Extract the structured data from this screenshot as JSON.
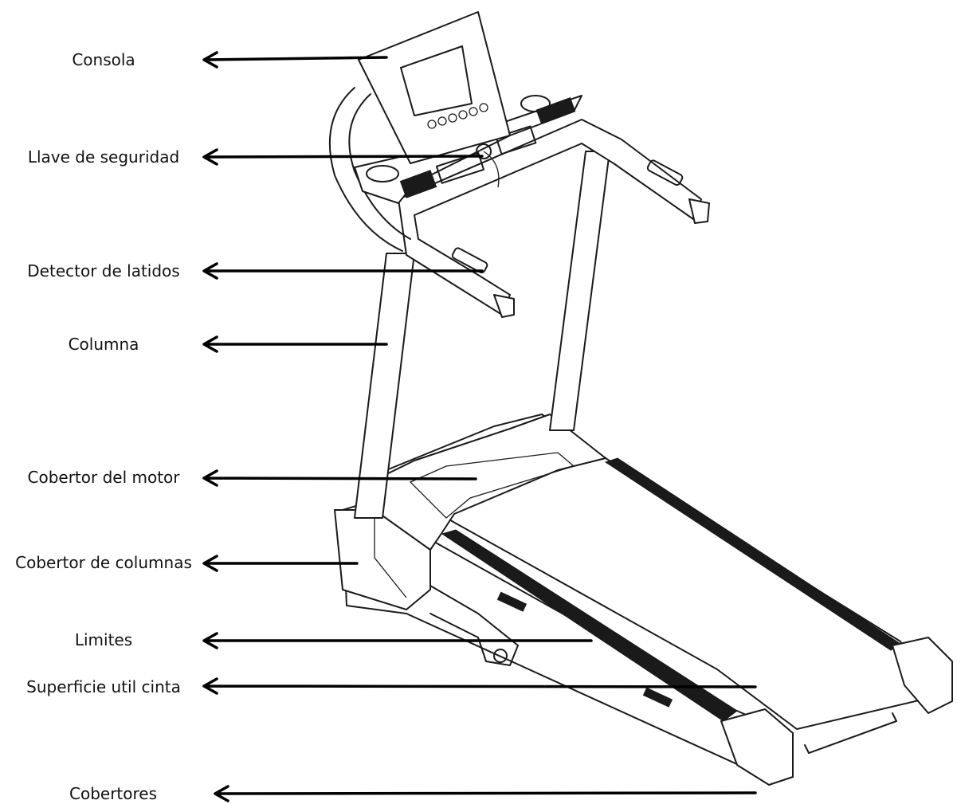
{
  "labels": {
    "consola": "Consola",
    "llave": "Llave de seguridad",
    "detector": "Detector de latidos",
    "columna": "Columna",
    "cobertor_motor": "Cobertor del motor",
    "cobertor_columnas": "Cobertor de columnas",
    "limites": "Limites",
    "superficie": "Superficie util cinta",
    "cobertores": "Cobertores"
  },
  "colors": {
    "line": "#1a1a1a",
    "arrow": "#000000",
    "background": "#ffffff"
  }
}
